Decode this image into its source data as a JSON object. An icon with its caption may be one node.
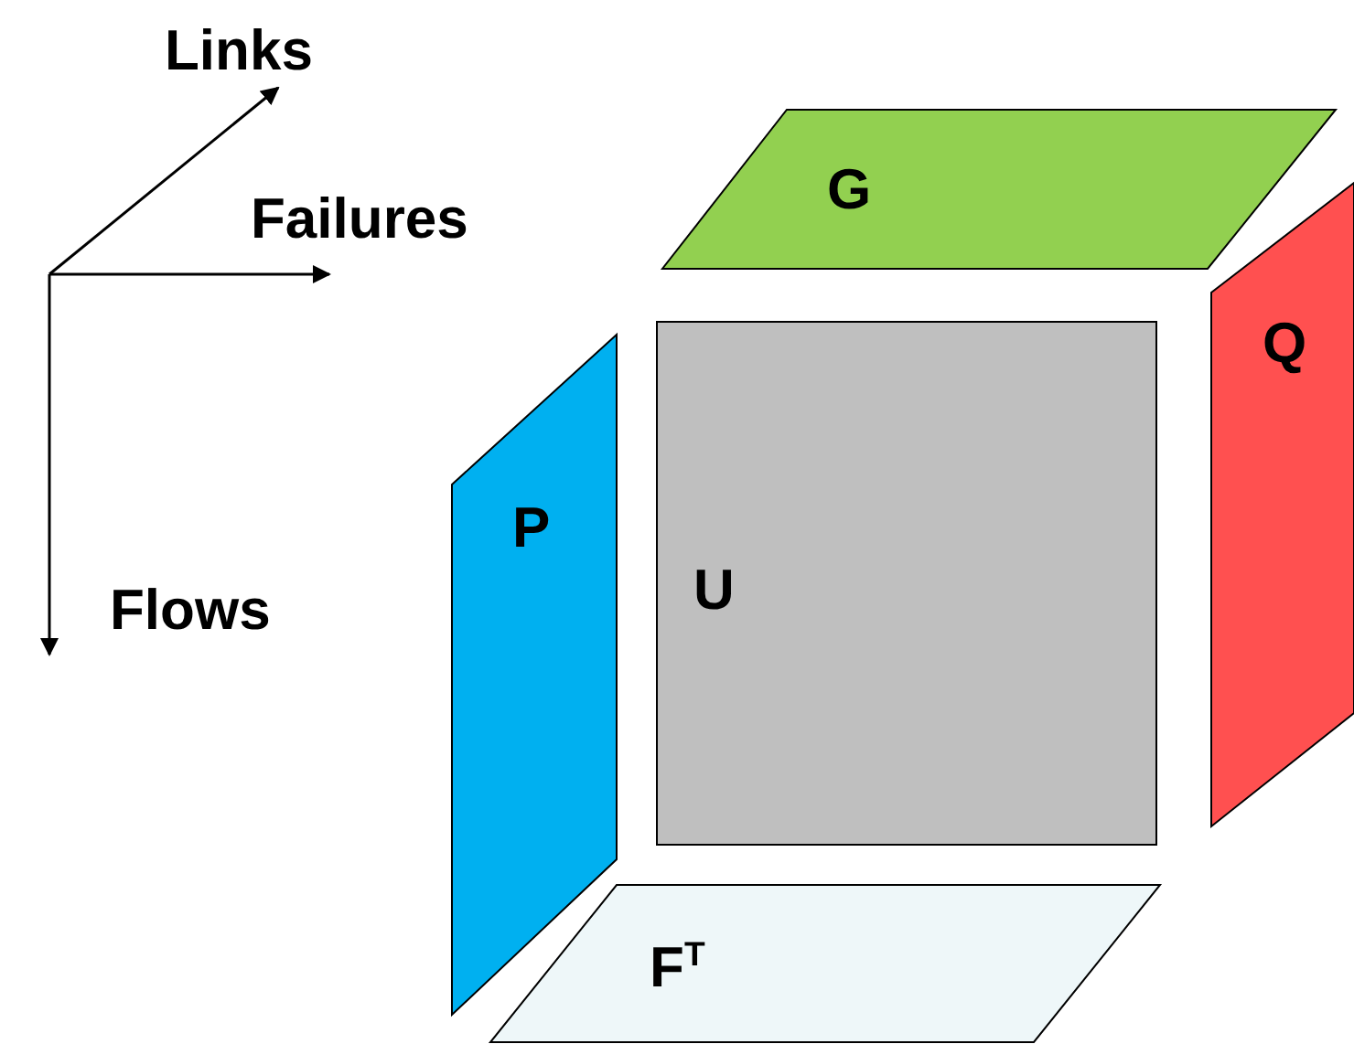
{
  "diagram": {
    "nodes": [
      {
        "text": [
          "G"
        ]
      },
      {
        "text": [
          "Q"
        ]
      },
      {
        "text": [
          "P"
        ]
      },
      {
        "text": [
          "U"
        ]
      },
      {
        "text": [
          "F$^{T}$"
        ]
      }
    ],
    "labels": [
      "Links",
      "Failures",
      "Flows"
    ]
  }
}
